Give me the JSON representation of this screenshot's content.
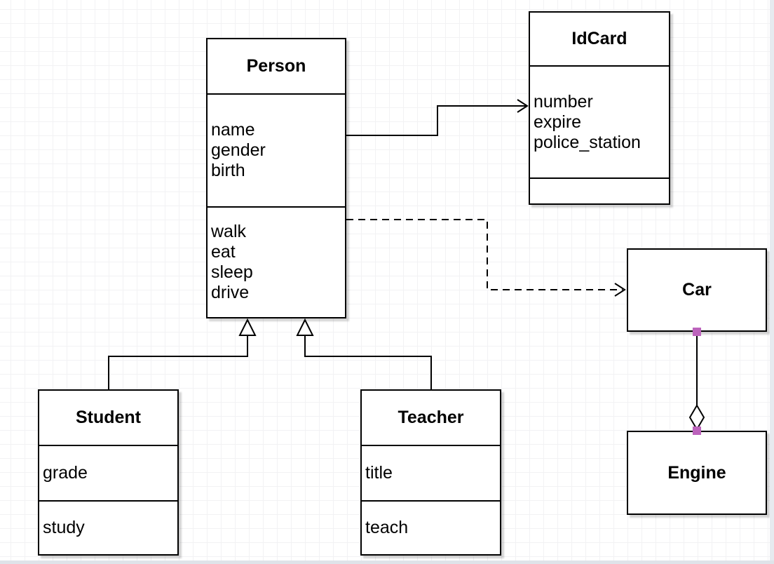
{
  "diagram": {
    "classes": {
      "person": {
        "name": "Person",
        "attributes": [
          "name",
          "gender",
          "birth"
        ],
        "methods": [
          "walk",
          "eat",
          "sleep",
          "drive"
        ]
      },
      "idcard": {
        "name": "IdCard",
        "attributes": [
          "number",
          "expire",
          "police_station"
        ],
        "methods": []
      },
      "car": {
        "name": "Car",
        "attributes": [],
        "methods": []
      },
      "engine": {
        "name": "Engine",
        "attributes": [],
        "methods": []
      },
      "student": {
        "name": "Student",
        "attributes": [
          "grade"
        ],
        "methods": [
          "study"
        ]
      },
      "teacher": {
        "name": "Teacher",
        "attributes": [
          "title"
        ],
        "methods": [
          "teach"
        ]
      }
    },
    "relationships": [
      {
        "from": "Person",
        "to": "IdCard",
        "type": "association",
        "line": "solid",
        "arrow": "open"
      },
      {
        "from": "Person",
        "to": "Car",
        "type": "dependency",
        "line": "dashed",
        "arrow": "open"
      },
      {
        "from": "Student",
        "to": "Person",
        "type": "generalization",
        "line": "solid",
        "arrow": "hollow-triangle"
      },
      {
        "from": "Teacher",
        "to": "Person",
        "type": "generalization",
        "line": "solid",
        "arrow": "hollow-triangle"
      },
      {
        "from": "Car",
        "to": "Engine",
        "type": "aggregation",
        "line": "solid",
        "arrow": "hollow-diamond"
      }
    ],
    "colors": {
      "shape_border": "#000000",
      "shape_fill": "#ffffff",
      "grid_line": "#f2f2f4",
      "connection_point_marker": "#bc63bc",
      "scrollbar_strip": "#dfe3e9"
    }
  }
}
